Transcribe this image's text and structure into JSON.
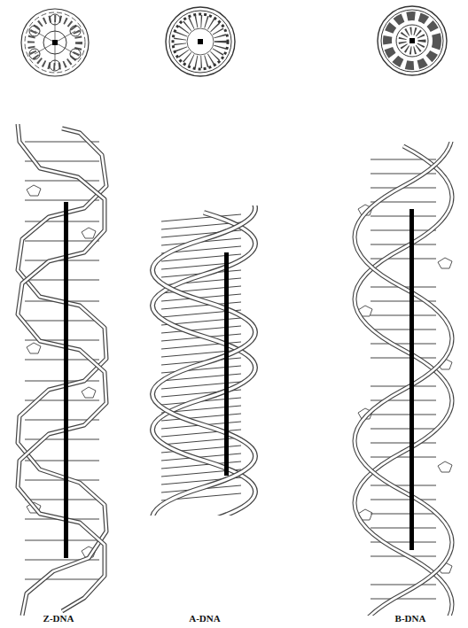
{
  "diagram": {
    "labels": [
      "Z-DNA",
      "A-DNA",
      "B-DNA"
    ]
  }
}
